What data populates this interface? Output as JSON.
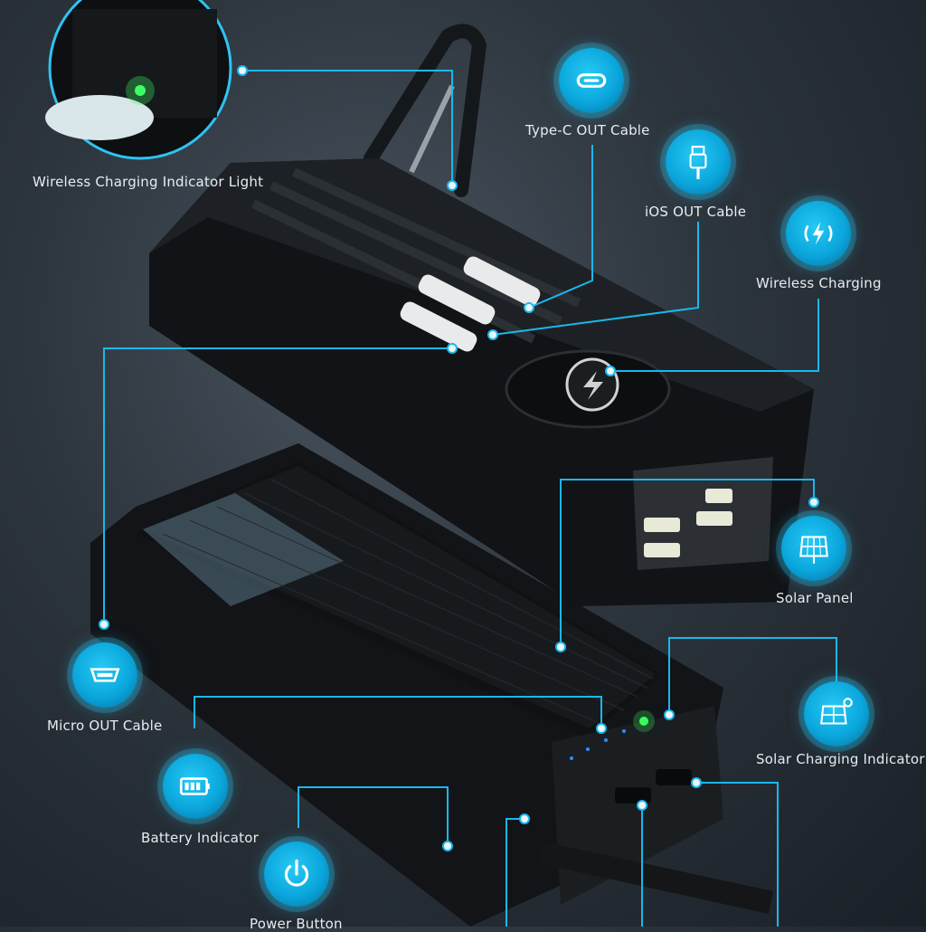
{
  "callouts": {
    "wireless_indicator": "Wireless Charging Indicator Light",
    "type_c_cable": "Type-C OUT Cable",
    "ios_cable": "iOS OUT Cable",
    "wireless_charging": "Wireless Charging",
    "solar_panel": "Solar Panel",
    "micro_cable": "Micro OUT Cable",
    "solar_charging_indicator": "Solar Charging Indicator",
    "battery_indicator": "Battery Indicator",
    "power_button": "Power Button"
  },
  "colors": {
    "accent": "#19b8ec",
    "label": "#e6edf2"
  },
  "icons": [
    "usb-c-icon",
    "lightning-icon",
    "wireless-charging-icon",
    "solar-panel-icon",
    "micro-usb-icon",
    "solar-indicator-icon",
    "battery-icon",
    "power-icon"
  ]
}
